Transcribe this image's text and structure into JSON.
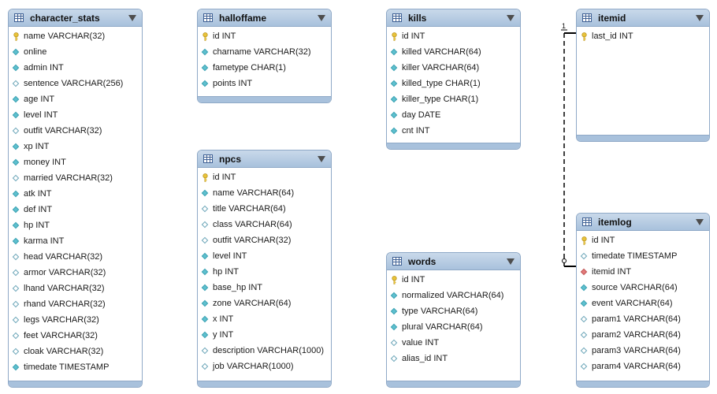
{
  "tables": {
    "character_stats": {
      "title": "character_stats",
      "columns": [
        {
          "label": "name VARCHAR(32)",
          "icon": "key-icon"
        },
        {
          "label": "online",
          "icon": "filled-diamond-icon"
        },
        {
          "label": "admin INT",
          "icon": "filled-diamond-icon"
        },
        {
          "label": "sentence VARCHAR(256)",
          "icon": "hollow-diamond-icon"
        },
        {
          "label": "age INT",
          "icon": "filled-diamond-icon"
        },
        {
          "label": "level INT",
          "icon": "filled-diamond-icon"
        },
        {
          "label": "outfit VARCHAR(32)",
          "icon": "hollow-diamond-icon"
        },
        {
          "label": "xp INT",
          "icon": "filled-diamond-icon"
        },
        {
          "label": "money INT",
          "icon": "filled-diamond-icon"
        },
        {
          "label": "married VARCHAR(32)",
          "icon": "hollow-diamond-icon"
        },
        {
          "label": "atk INT",
          "icon": "filled-diamond-icon"
        },
        {
          "label": "def INT",
          "icon": "filled-diamond-icon"
        },
        {
          "label": "hp INT",
          "icon": "filled-diamond-icon"
        },
        {
          "label": "karma INT",
          "icon": "filled-diamond-icon"
        },
        {
          "label": "head VARCHAR(32)",
          "icon": "hollow-diamond-icon"
        },
        {
          "label": "armor VARCHAR(32)",
          "icon": "hollow-diamond-icon"
        },
        {
          "label": "lhand VARCHAR(32)",
          "icon": "hollow-diamond-icon"
        },
        {
          "label": "rhand VARCHAR(32)",
          "icon": "hollow-diamond-icon"
        },
        {
          "label": "legs VARCHAR(32)",
          "icon": "hollow-diamond-icon"
        },
        {
          "label": "feet VARCHAR(32)",
          "icon": "hollow-diamond-icon"
        },
        {
          "label": "cloak VARCHAR(32)",
          "icon": "hollow-diamond-icon"
        },
        {
          "label": "timedate TIMESTAMP",
          "icon": "filled-diamond-icon"
        }
      ]
    },
    "halloffame": {
      "title": "halloffame",
      "columns": [
        {
          "label": "id INT",
          "icon": "key-icon"
        },
        {
          "label": "charname VARCHAR(32)",
          "icon": "filled-diamond-icon"
        },
        {
          "label": "fametype CHAR(1)",
          "icon": "filled-diamond-icon"
        },
        {
          "label": "points INT",
          "icon": "filled-diamond-icon"
        }
      ]
    },
    "npcs": {
      "title": "npcs",
      "columns": [
        {
          "label": "id INT",
          "icon": "key-icon"
        },
        {
          "label": "name VARCHAR(64)",
          "icon": "filled-diamond-icon"
        },
        {
          "label": "title VARCHAR(64)",
          "icon": "hollow-diamond-icon"
        },
        {
          "label": "class VARCHAR(64)",
          "icon": "hollow-diamond-icon"
        },
        {
          "label": "outfit VARCHAR(32)",
          "icon": "hollow-diamond-icon"
        },
        {
          "label": "level INT",
          "icon": "filled-diamond-icon"
        },
        {
          "label": "hp INT",
          "icon": "filled-diamond-icon"
        },
        {
          "label": "base_hp INT",
          "icon": "filled-diamond-icon"
        },
        {
          "label": "zone VARCHAR(64)",
          "icon": "filled-diamond-icon"
        },
        {
          "label": "x INT",
          "icon": "filled-diamond-icon"
        },
        {
          "label": "y INT",
          "icon": "filled-diamond-icon"
        },
        {
          "label": "description VARCHAR(1000)",
          "icon": "hollow-diamond-icon"
        },
        {
          "label": "job VARCHAR(1000)",
          "icon": "hollow-diamond-icon"
        }
      ]
    },
    "kills": {
      "title": "kills",
      "columns": [
        {
          "label": "id INT",
          "icon": "key-icon"
        },
        {
          "label": "killed VARCHAR(64)",
          "icon": "filled-diamond-icon"
        },
        {
          "label": "killer VARCHAR(64)",
          "icon": "filled-diamond-icon"
        },
        {
          "label": "killed_type CHAR(1)",
          "icon": "filled-diamond-icon"
        },
        {
          "label": "killer_type CHAR(1)",
          "icon": "filled-diamond-icon"
        },
        {
          "label": "day DATE",
          "icon": "filled-diamond-icon"
        },
        {
          "label": "cnt INT",
          "icon": "filled-diamond-icon"
        }
      ]
    },
    "words": {
      "title": "words",
      "columns": [
        {
          "label": "id INT",
          "icon": "key-icon"
        },
        {
          "label": "normalized VARCHAR(64)",
          "icon": "filled-diamond-icon"
        },
        {
          "label": "type VARCHAR(64)",
          "icon": "filled-diamond-icon"
        },
        {
          "label": "plural VARCHAR(64)",
          "icon": "filled-diamond-icon"
        },
        {
          "label": "value INT",
          "icon": "hollow-diamond-icon"
        },
        {
          "label": "alias_id INT",
          "icon": "hollow-diamond-icon"
        }
      ]
    },
    "itemid": {
      "title": "itemid",
      "columns": [
        {
          "label": "last_id INT",
          "icon": "key-icon"
        }
      ]
    },
    "itemlog": {
      "title": "itemlog",
      "columns": [
        {
          "label": "id INT",
          "icon": "key-icon"
        },
        {
          "label": "timedate TIMESTAMP",
          "icon": "hollow-diamond-icon"
        },
        {
          "label": "itemid INT",
          "icon": "foreign-key-diamond-icon"
        },
        {
          "label": "source VARCHAR(64)",
          "icon": "filled-diamond-icon"
        },
        {
          "label": "event VARCHAR(64)",
          "icon": "filled-diamond-icon"
        },
        {
          "label": "param1 VARCHAR(64)",
          "icon": "hollow-diamond-icon"
        },
        {
          "label": "param2 VARCHAR(64)",
          "icon": "hollow-diamond-icon"
        },
        {
          "label": "param3 VARCHAR(64)",
          "icon": "hollow-diamond-icon"
        },
        {
          "label": "param4 VARCHAR(64)",
          "icon": "hollow-diamond-icon"
        }
      ]
    }
  },
  "relationship": {
    "from": "itemid",
    "to": "itemlog",
    "cardinality_label": "1"
  },
  "colors": {
    "header": "#a8c1dc",
    "border": "#8fa9c7",
    "key": "#e8c33a",
    "diamond": "#5ec0cf",
    "fk_diamond": "#e47b7b"
  }
}
